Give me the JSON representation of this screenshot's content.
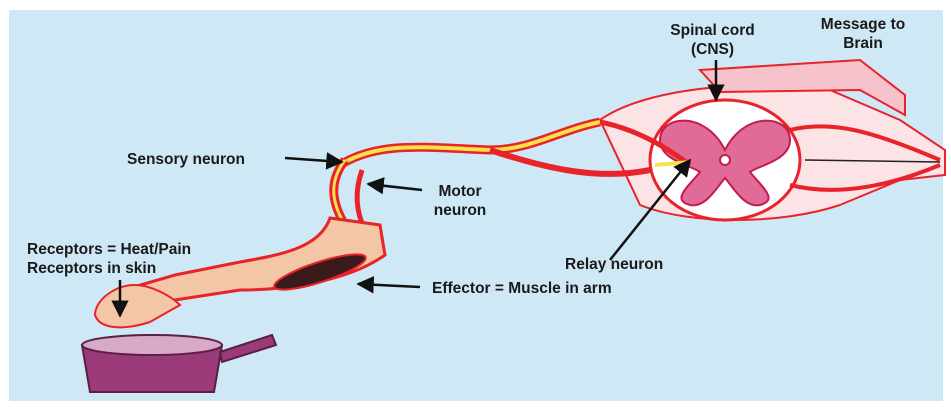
{
  "labels": {
    "spinal_cord_line1": "Spinal cord",
    "spinal_cord_line2": "(CNS)",
    "message_line1": "Message to",
    "message_line2": "Brain",
    "sensory_neuron": "Sensory neuron",
    "motor_line1": "Motor",
    "motor_line2": "neuron",
    "relay_neuron": "Relay neuron",
    "receptors_line1": "Receptors = Heat/Pain",
    "receptors_line2": "Receptors in skin",
    "effector": "Effector = Muscle in arm"
  },
  "colors": {
    "background": "#cfe8f6",
    "nerve_red": "#e8232a",
    "nerve_yellow": "#f7e24a",
    "grey_matter": "#d9306b",
    "skin": "#f3c7a6",
    "pan": "#9a3a78"
  }
}
